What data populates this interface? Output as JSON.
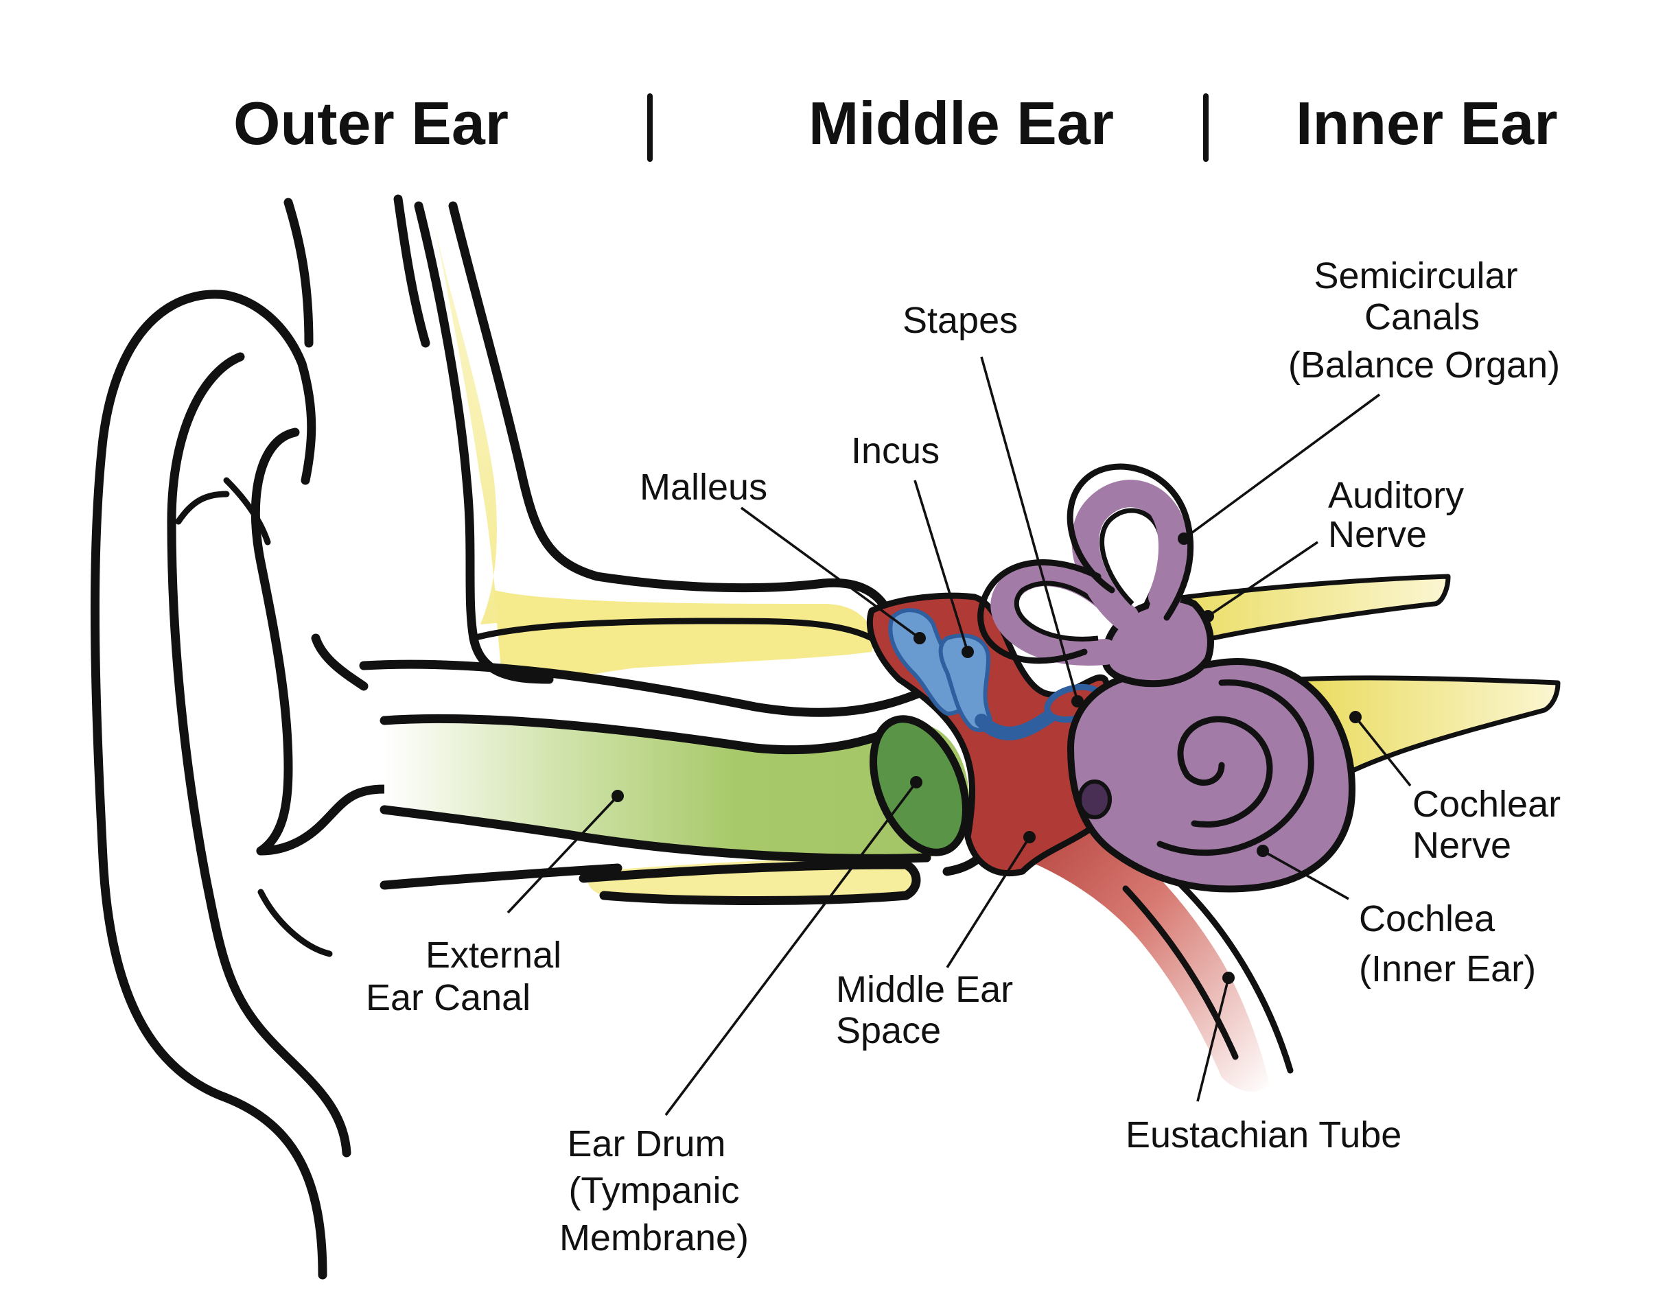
{
  "headers": {
    "outer": "Outer Ear",
    "middle": "Middle Ear",
    "inner": "Inner Ear"
  },
  "labels": {
    "stapes": "Stapes",
    "semicircular_1": "Semicircular",
    "semicircular_2": "Canals",
    "semicircular_3": "(Balance Organ)",
    "incus": "Incus",
    "malleus": "Malleus",
    "auditory_1": "Auditory",
    "auditory_2": "Nerve",
    "cochlear_nerve_1": "Cochlear",
    "cochlear_nerve_2": "Nerve",
    "cochlea_1": "Cochlea",
    "cochlea_2": "(Inner Ear)",
    "canal_1": "External",
    "canal_2": "Ear Canal",
    "middle_space_1": "Middle Ear",
    "middle_space_2": "Space",
    "eardrum_1": "Ear Drum",
    "eardrum_2": "(Tympanic",
    "eardrum_3": "Membrane)",
    "eustachian": "Eustachian Tube"
  },
  "colors": {
    "canal_green": "#a8c96a",
    "eardrum_green": "#5a9446",
    "bone_yellow": "#f7ee9d",
    "middle_red": "#b03a35",
    "ossicle_blue": "#6a9bd0",
    "ossicle_dark_blue": "#2f5f9f",
    "inner_purple": "#a27ba7",
    "nerve_yellow": "#ede071",
    "outline": "#111111"
  }
}
